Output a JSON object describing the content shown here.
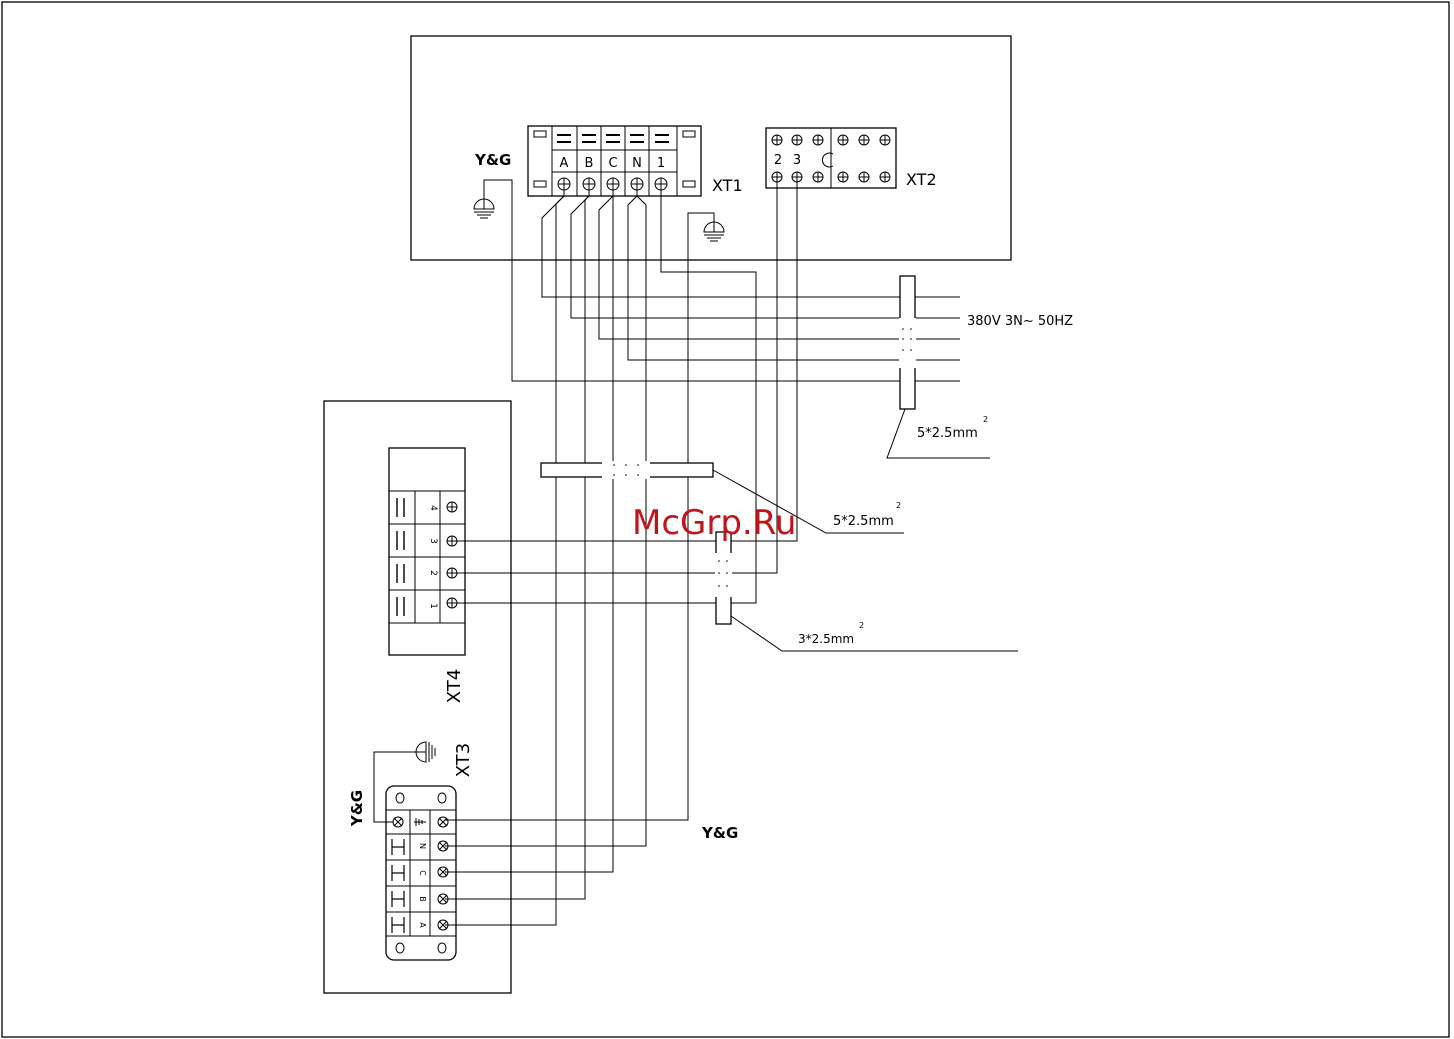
{
  "terminals": {
    "xt1": {
      "name": "XT1",
      "labels": [
        "A",
        "B",
        "C",
        "N",
        "1"
      ]
    },
    "xt2": {
      "name": "XT2",
      "labels": [
        "2",
        "3"
      ]
    },
    "xt3": {
      "name": "XT3",
      "labels": [
        "N",
        "C",
        "B",
        "A"
      ]
    },
    "xt4": {
      "name": "XT4",
      "labels": [
        "4",
        "3",
        "2",
        "1"
      ]
    }
  },
  "ground_labels": {
    "top": "Y&G",
    "bottom_left": "Y&G",
    "bottom_right": "Y&G"
  },
  "power": {
    "supply": "380V 3N~ 50HZ"
  },
  "cables": {
    "supply_cable": "5*2.5mm",
    "indoor_cable": "5*2.5mm",
    "control_cable": "3*2.5mm",
    "superscript": "2"
  },
  "watermark": "McGrp.Ru"
}
